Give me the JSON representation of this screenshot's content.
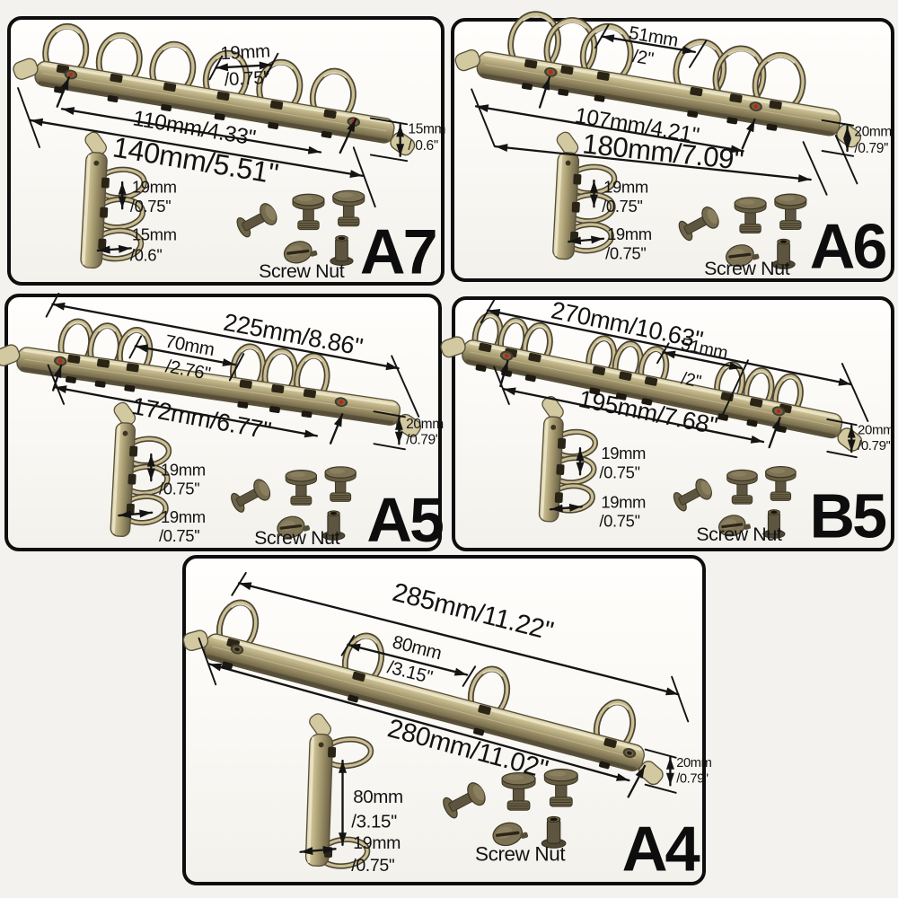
{
  "page": {
    "background": "#f4f2ee",
    "panel_border": "#0e0e0e",
    "accent_red": "#c5250a",
    "brass": "#a89c72"
  },
  "panels": [
    {
      "size_label": "A7",
      "screw_label": "Screw Nut",
      "pitch_l1": "19mm",
      "pitch_l2": "/0.75''",
      "below1": "110mm/4.33''",
      "below2": "140mm/5.51''",
      "height_l1": "15mm",
      "height_l2": "/ 0.6''",
      "d1_l1": "19mm",
      "d1_l2": "/0.75''",
      "d2_l1": "15mm",
      "d2_l2": "/0.6''"
    },
    {
      "size_label": "A6",
      "screw_label": "Screw Nut",
      "pitch_l1": "51mm",
      "pitch_l2": "/2''",
      "below1": "107mm/4.21''",
      "below2": "180mm/7.09''",
      "height_l1": "20mm",
      "height_l2": "/0.79''",
      "d1_l1": "19mm",
      "d1_l2": "/0.75''",
      "d2_l1": "19mm",
      "d2_l2": "/0.75''"
    },
    {
      "size_label": "A5",
      "screw_label": "Screw Nut",
      "top_total": "225mm/8.86''",
      "pitch_l1": "70mm",
      "pitch_l2": "/2.76''",
      "below1": "172mm/6.77''",
      "height_l1": "20mm",
      "height_l2": "/0.79''",
      "d1_l1": "19mm",
      "d1_l2": "/0.75''",
      "d2_l1": "19mm",
      "d2_l2": "/0.75''"
    },
    {
      "size_label": "B5",
      "screw_label": "Screw Nut",
      "top_total": "270mm/10.63''",
      "pitch_l1": "51mm",
      "pitch_l2": "/2''",
      "below1": "195mm/7.68''",
      "height_l1": "20mm",
      "height_l2": "/0.79''",
      "d1_l1": "19mm",
      "d1_l2": "/0.75''",
      "d2_l1": "19mm",
      "d2_l2": "/0.75''"
    },
    {
      "size_label": "A4",
      "screw_label": "Screw Nut",
      "top_total": "285mm/11.22''",
      "pitch_l1": "80mm",
      "pitch_l2": "/3.15''",
      "below1": "280mm/11.02''",
      "height_l1": "20mm",
      "height_l2": "/0.79''",
      "d1_l1": "80mm",
      "d1_l2": "/3.15''",
      "d2_l1": "19mm",
      "d2_l2": "/0.75''"
    }
  ]
}
